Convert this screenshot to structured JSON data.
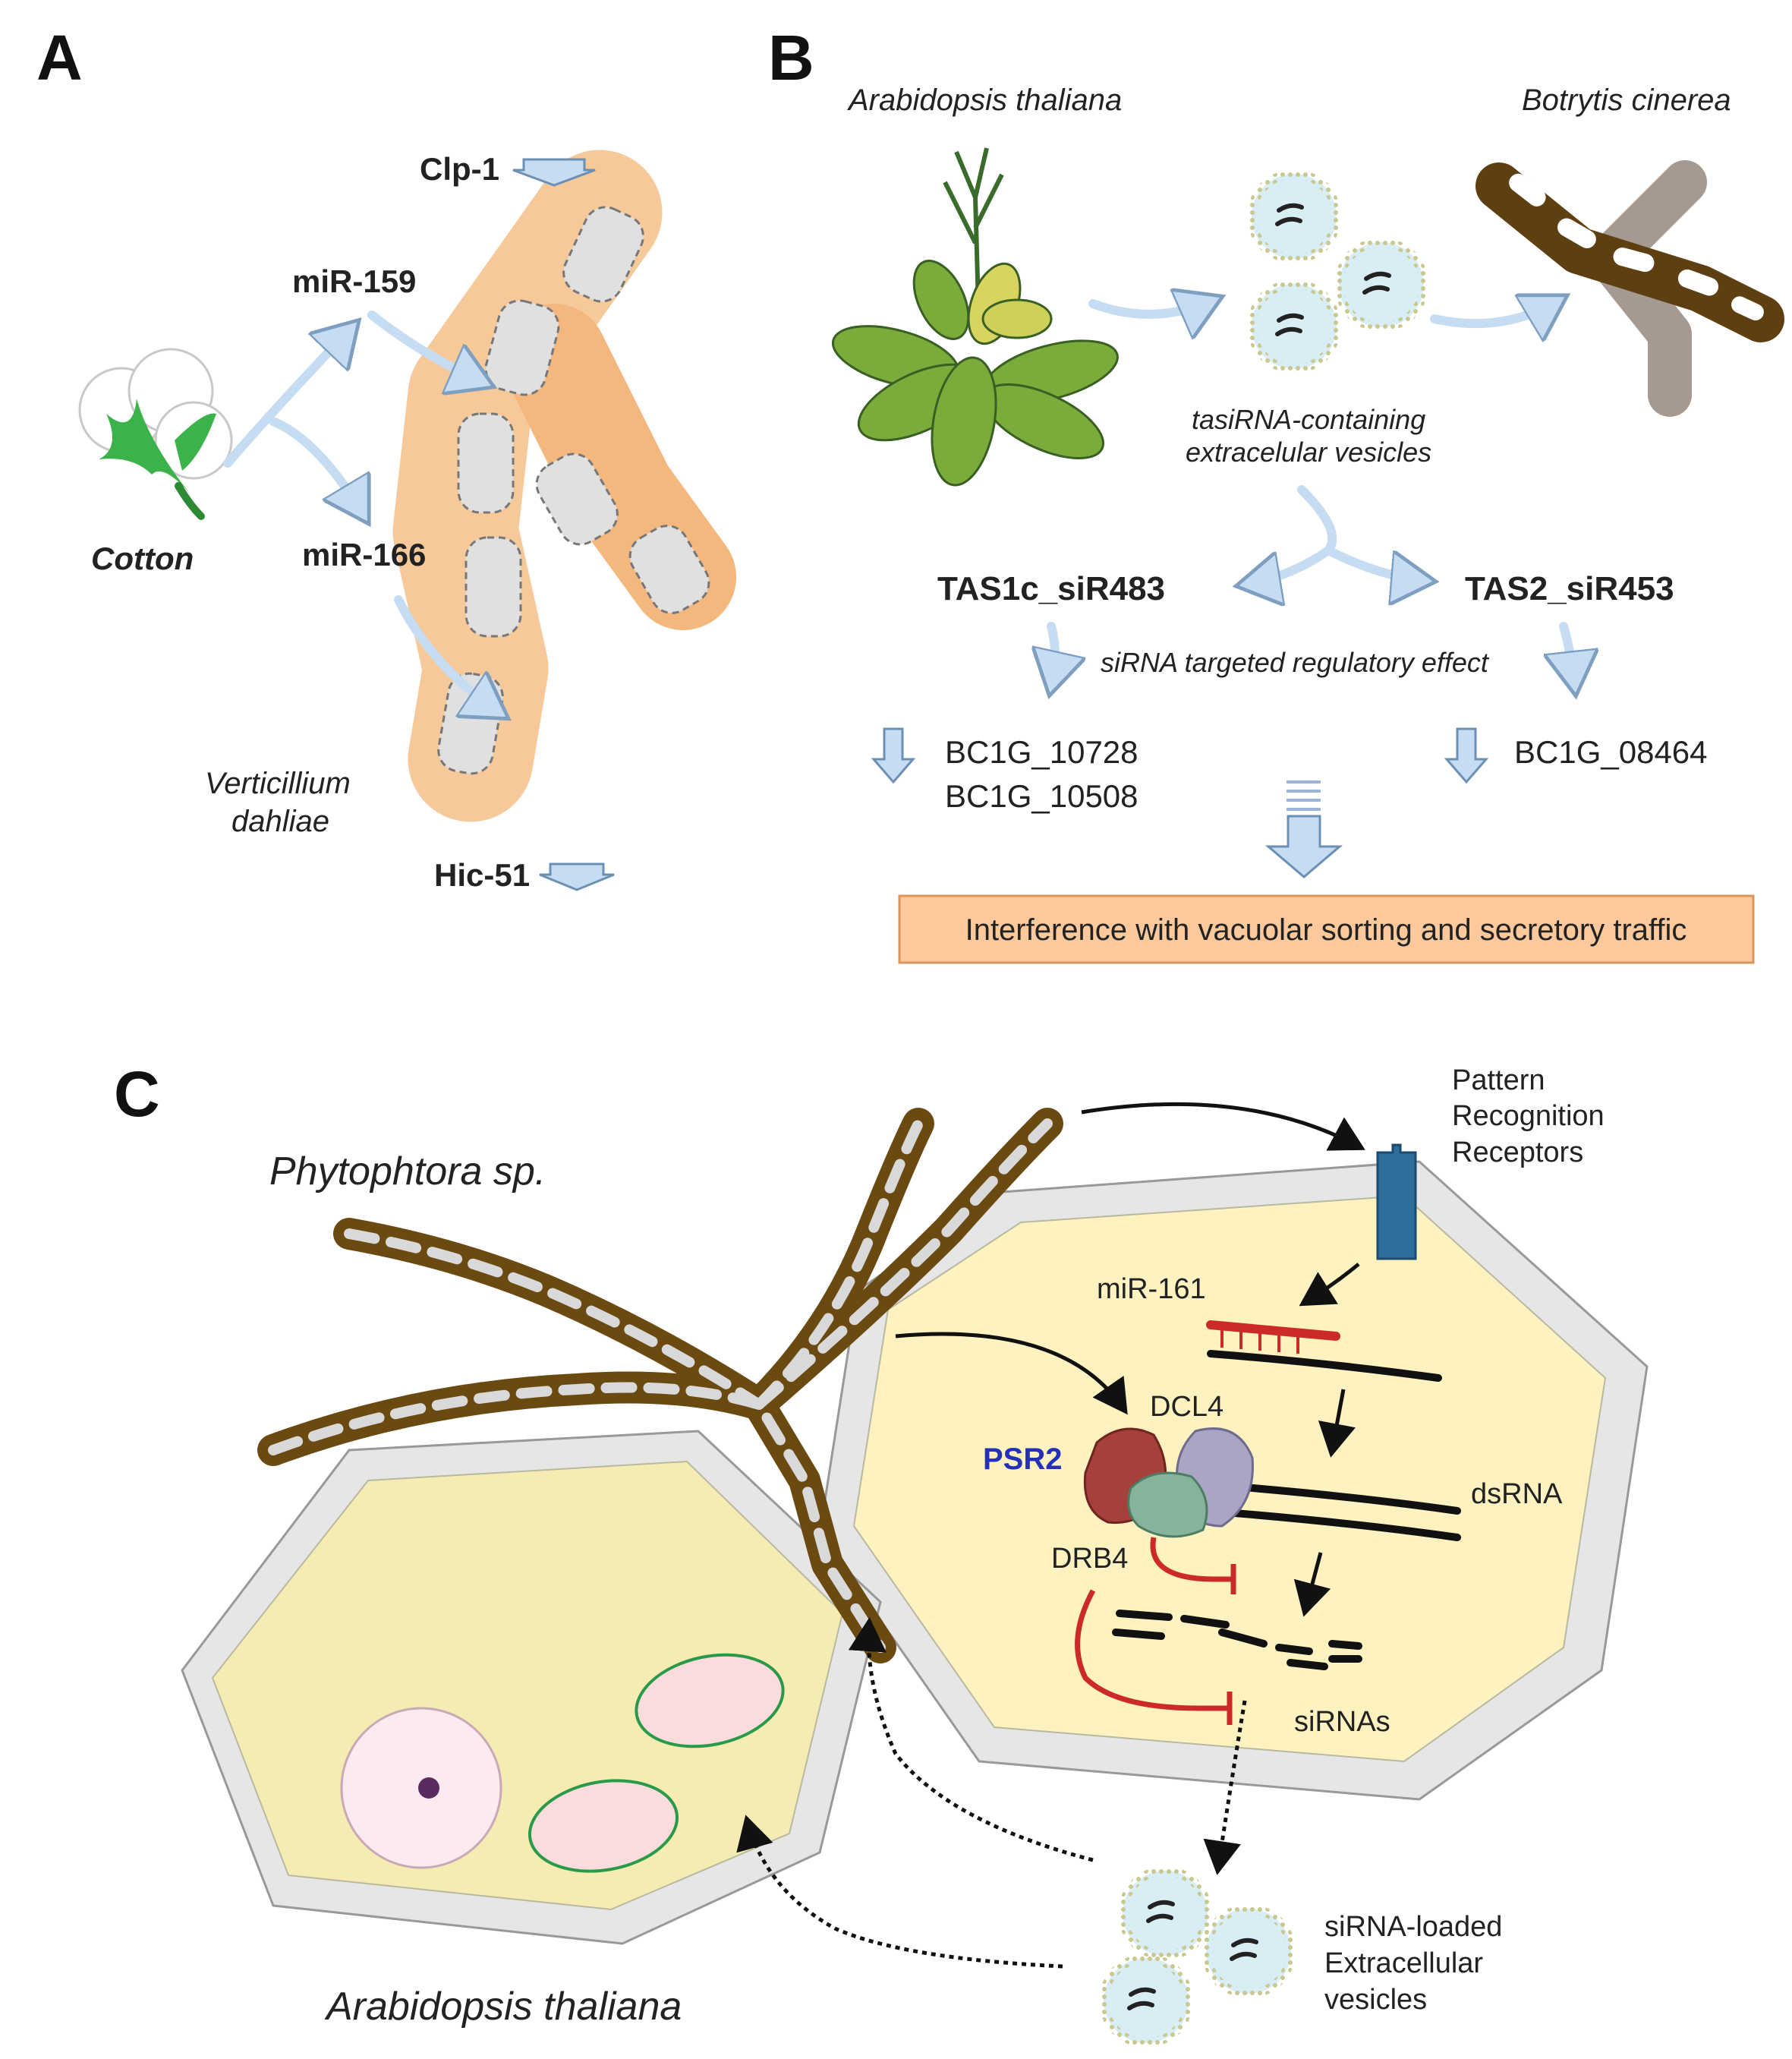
{
  "panel_a": {
    "letter": "A",
    "host": "Cotton",
    "mirna_1": "miR-159",
    "mirna_2": "miR-166",
    "target_1": "Clp-1",
    "target_2": "Hic-51",
    "pathogen_line1": "Verticillium",
    "pathogen_line2": "dahliae"
  },
  "panel_b": {
    "letter": "B",
    "host": "Arabidopsis thaliana",
    "pathogen": "Botrytis cinerea",
    "vesicle_line1": "tasiRNA-containing",
    "vesicle_line2": "extracelular vesicles",
    "sirna_1": "TAS1c_siR483",
    "sirna_2": "TAS2_siR453",
    "effect": "siRNA targeted regulatory effect",
    "gene_1": "BC1G_10728",
    "gene_2": "BC1G_10508",
    "gene_3": "BC1G_08464",
    "outcome": "Interference with vacuolar sorting and secretory traffic"
  },
  "panel_c": {
    "letter": "C",
    "pathogen": "Phytophtora sp.",
    "host": "Arabidopsis thaliana",
    "prr_line1": "Pattern",
    "prr_line2": "Recognition",
    "prr_line3": "Receptors",
    "mirna": "miR-161",
    "effector": "PSR2",
    "dcl": "DCL4",
    "drb": "DRB4",
    "dsrna": "dsRNA",
    "sirnas": "siRNAs",
    "ev_line1": "siRNA-loaded",
    "ev_line2": "Extracellular",
    "ev_line3": "vesicles"
  },
  "colors": {
    "hypha_orange": "#f6c99a",
    "hypha_brown": "#5e3f12",
    "cell_fill": "#fdf2c0",
    "cell_wall": "#e6e6e6",
    "arrow_blue": "#c6dcf2",
    "inhibit_red": "#cc2a2a",
    "effector_blue": "#2430b8",
    "outcome_box": "#fbc99b"
  }
}
